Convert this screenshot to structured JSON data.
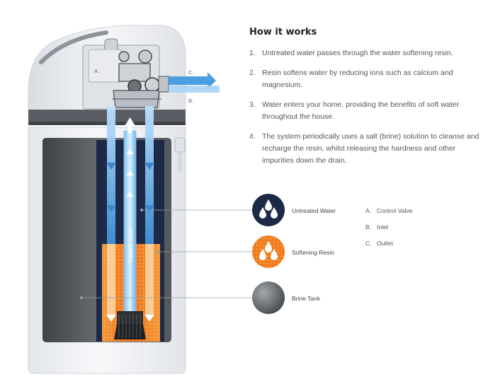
{
  "how_it_works": {
    "title": "How it works",
    "steps": [
      {
        "num": "1.",
        "text": "Untreated water passes through the water softening resin."
      },
      {
        "num": "2.",
        "text": "Resin softens water by reducing ions such as calcium and magnesium."
      },
      {
        "num": "3.",
        "text": "Water enters your home, providing the benefits of soft water throughout the house."
      },
      {
        "num": "4.",
        "text": "The system periodically uses a salt (brine) solution to cleanse and recharge the resin, whilst releasing the hardness  and other impurities down the drain."
      }
    ]
  },
  "legend": {
    "untreated": "Untreated Water",
    "resin": "Softening Resin",
    "brine": "Brine Tank"
  },
  "key": [
    {
      "letter": "A.",
      "label": "Control Valve"
    },
    {
      "letter": "B.",
      "label": "Inlet"
    },
    {
      "letter": "C.",
      "label": "Outlet"
    }
  ],
  "diagram_labels": {
    "a": "A.",
    "b": "B.",
    "c": "C.",
    "treated_water": "Treated water"
  },
  "colors": {
    "navy": "#1c2a48",
    "orange": "#f07c1c",
    "brine_gray": "#6e7377",
    "water_blue": "#5aa9e6",
    "cabinet_white": "#eef0f3",
    "band_gray": "#5a5d63"
  }
}
